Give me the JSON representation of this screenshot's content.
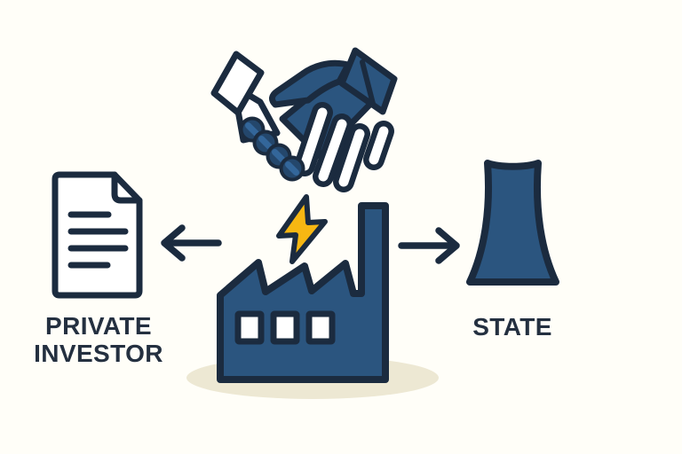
{
  "colors": {
    "background": "#FFFEF8",
    "navy": "#2B557F",
    "outline": "#1B2B3F",
    "text": "#243040",
    "accent_yellow": "#F7B712",
    "shadow": "#EDE8D3",
    "knuckle": "#24476C",
    "knuckle_highlight": "#33669A"
  },
  "nodes": {
    "agreement": {
      "icon": "handshake-icon"
    },
    "investor": {
      "icon": "document-icon",
      "label_line1": "PRIVATE",
      "label_line2": "INVESTOR"
    },
    "plant": {
      "icon": "factory-icon",
      "overlay_icon": "lightning-icon"
    },
    "state": {
      "icon": "cooling-tower-icon",
      "label": "STATE"
    }
  },
  "connectors": [
    {
      "name": "arrow-to-investor",
      "direction": "left"
    },
    {
      "name": "arrow-to-state",
      "direction": "right"
    }
  ]
}
